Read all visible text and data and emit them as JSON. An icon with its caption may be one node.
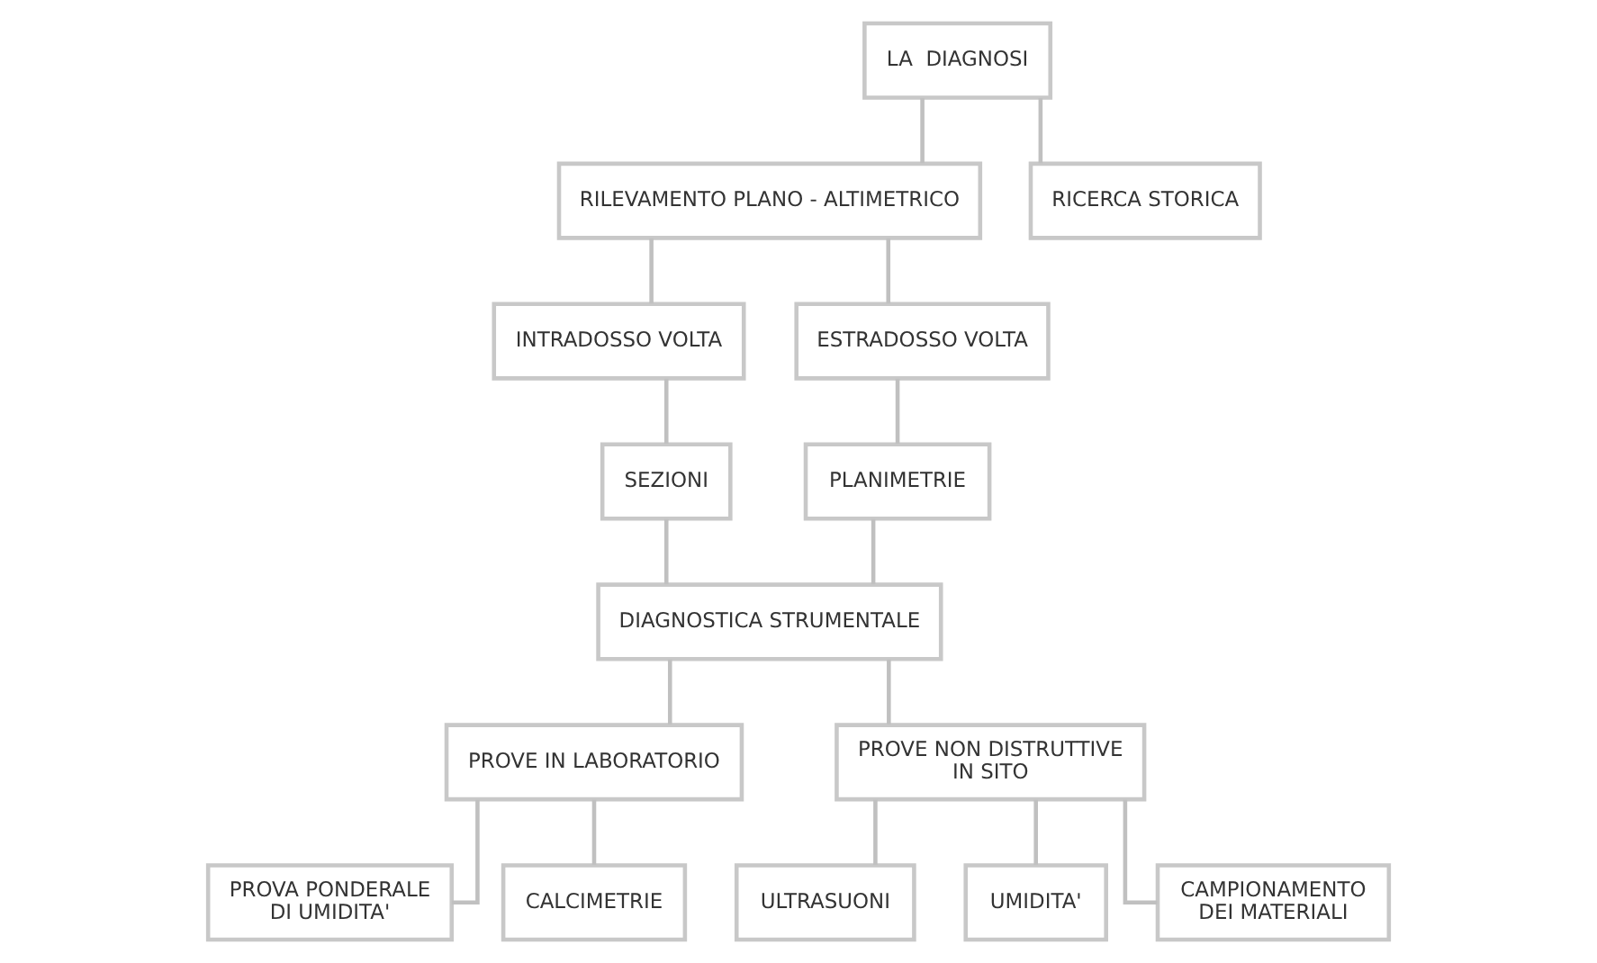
{
  "diagram": {
    "nodes": [
      {
        "text": [
          "LA  DIAGNOSI"
        ]
      },
      {
        "text": [
          "RILEVAMENTO PLANO - ALTIMETRICO"
        ]
      },
      {
        "text": [
          "RICERCA STORICA"
        ]
      },
      {
        "text": [
          "INTRADOSSO VOLTA"
        ]
      },
      {
        "text": [
          "ESTRADOSSO VOLTA"
        ]
      },
      {
        "text": [
          "SEZIONI"
        ]
      },
      {
        "text": [
          "PLANIMETRIE"
        ]
      },
      {
        "text": [
          "DIAGNOSTICA STRUMENTALE"
        ]
      },
      {
        "text": [
          "PROVE IN LABORATORIO"
        ]
      },
      {
        "text": [
          "PROVE NON DISTRUTTIVE IN SITO"
        ]
      },
      {
        "text": [
          "PROVA PONDERALE DI UMIDITA'"
        ]
      },
      {
        "text": [
          "CALCIMETRIE"
        ]
      },
      {
        "text": [
          "ULTRASUONI"
        ]
      },
      {
        "text": [
          "UMIDITA'"
        ]
      },
      {
        "text": [
          "CAMPIONAMENTO DEI MATERIALI"
        ]
      }
    ],
    "edges": [
      {
        "from": 0,
        "to": 1,
        "arrow": "none"
      },
      {
        "from": 0,
        "to": 2,
        "arrow": "none"
      },
      {
        "from": 1,
        "to": 3,
        "arrow": "none"
      },
      {
        "from": 1,
        "to": 4,
        "arrow": "none"
      },
      {
        "from": 3,
        "to": 5,
        "arrow": "none"
      },
      {
        "from": 4,
        "to": 6,
        "arrow": "none"
      },
      {
        "from": 5,
        "to": 7,
        "arrow": "none"
      },
      {
        "from": 6,
        "to": 7,
        "arrow": "none"
      },
      {
        "from": 7,
        "to": 8,
        "arrow": "none"
      },
      {
        "from": 7,
        "to": 9,
        "arrow": "none"
      },
      {
        "from": 8,
        "to": 10,
        "arrow": "none"
      },
      {
        "from": 8,
        "to": 11,
        "arrow": "none"
      },
      {
        "from": 9,
        "to": 12,
        "arrow": "none"
      },
      {
        "from": 9,
        "to": 13,
        "arrow": "none"
      },
      {
        "from": 9,
        "to": 14,
        "arrow": "none"
      }
    ]
  }
}
